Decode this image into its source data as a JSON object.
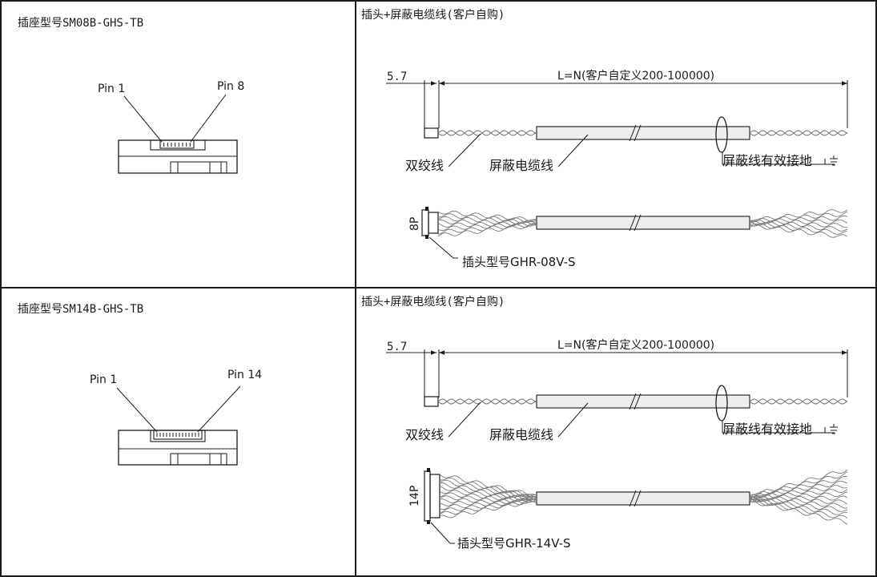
{
  "rows": [
    {
      "socket": {
        "title": "插座型号SM08B-GHS-TB",
        "pin_first": "Pin 1",
        "pin_last": "Pin 8",
        "contacts": 8
      },
      "cable": {
        "title": "插头+屏蔽电缆线(客户自购)",
        "dim_small": "5.7",
        "dim_length": "L=N(客户自定义200-100000)",
        "label_twisted": "双绞线",
        "label_shielded": "屏蔽电缆线",
        "label_ground": "屏蔽线有效接地",
        "pin_count": "8P",
        "plug_model": "插头型号GHR-08V-S",
        "wire_count": 8
      }
    },
    {
      "socket": {
        "title": "插座型号SM14B-GHS-TB",
        "pin_first": "Pin 1",
        "pin_last": "Pin 14",
        "contacts": 14
      },
      "cable": {
        "title": "插头+屏蔽电缆线(客户自购)",
        "dim_small": "5.7",
        "dim_length": "L=N(客户自定义200-100000)",
        "label_twisted": "双绞线",
        "label_shielded": "屏蔽电缆线",
        "label_ground": "屏蔽线有效接地",
        "pin_count": "14P",
        "plug_model": "插头型号GHR-14V-S",
        "wire_count": 14
      }
    }
  ],
  "colors": {
    "line": "#1a1a1a",
    "cable_fill": "#eeeeee",
    "wire": "#7a7a7a"
  }
}
